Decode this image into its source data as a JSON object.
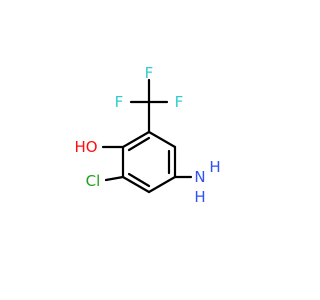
{
  "molecule": {
    "atoms": [
      {
        "label": "F",
        "color": "#33cccc"
      },
      {
        "label": "F",
        "color": "#33cccc"
      },
      {
        "label": "F",
        "color": "#33cccc"
      },
      {
        "label": "HO",
        "color": "#ff0d0d"
      },
      {
        "label": "Cl",
        "color": "#1fa01f"
      },
      {
        "label": "N",
        "color": "#3050f8"
      },
      {
        "label": "H",
        "color": "#3050f8"
      },
      {
        "label": "H",
        "color": "#3050f8"
      }
    ],
    "bond_color": "#000000"
  }
}
